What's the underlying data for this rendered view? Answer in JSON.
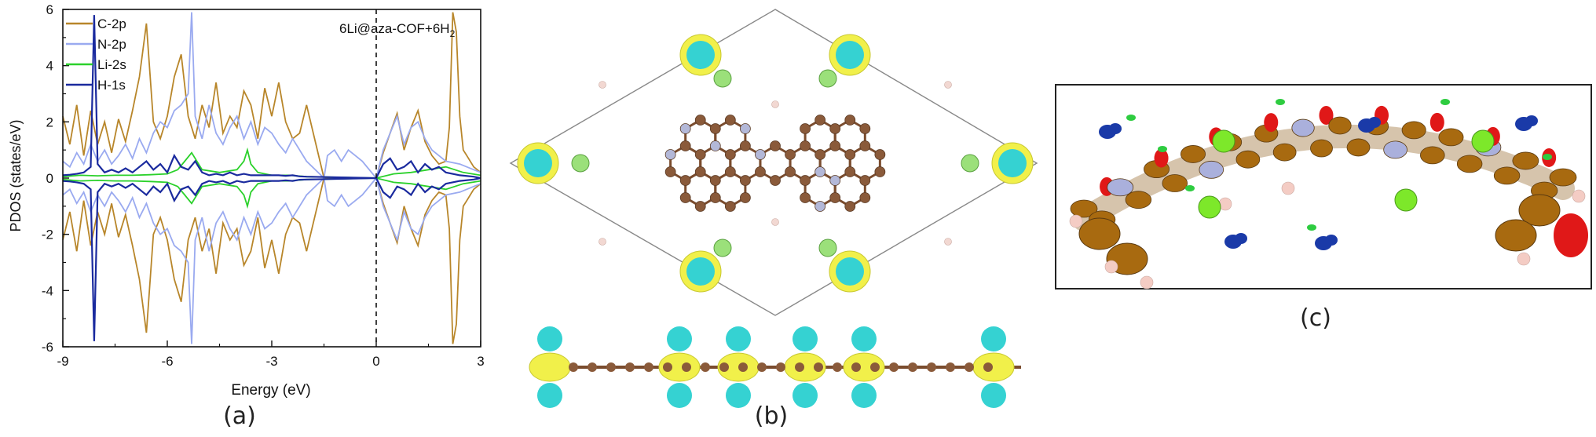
{
  "panels": {
    "a": {
      "label": "(a)"
    },
    "b": {
      "label": "(b)"
    },
    "c": {
      "label": "(c)"
    }
  },
  "chart_data": {
    "type": "line",
    "annotation": {
      "main": "6Li@aza-COF+6H",
      "sub": "2"
    },
    "xlabel": "Energy (eV)",
    "ylabel": "PDOS (states/eV)",
    "xlim": [
      -9,
      3
    ],
    "ylim": [
      -6,
      6
    ],
    "xticks": [
      -9,
      -6,
      -3,
      0,
      3
    ],
    "xtick_labels": [
      "-9",
      "-6",
      "-3",
      "0",
      "3"
    ],
    "yticks": [
      -6,
      -4,
      -2,
      0,
      2,
      4,
      6
    ],
    "ytick_labels": [
      "-6",
      "-4",
      "-2",
      "0",
      "2",
      "4",
      "6"
    ],
    "fermi_level": 0,
    "legend_position": "top-left",
    "grid": false,
    "series": [
      {
        "name": "C-2p",
        "color": "#b8862a",
        "x": [
          -9.0,
          -8.8,
          -8.6,
          -8.4,
          -8.2,
          -8.0,
          -7.8,
          -7.6,
          -7.4,
          -7.2,
          -7.0,
          -6.8,
          -6.6,
          -6.4,
          -6.2,
          -6.0,
          -5.8,
          -5.6,
          -5.4,
          -5.2,
          -5.0,
          -4.8,
          -4.6,
          -4.4,
          -4.2,
          -4.0,
          -3.8,
          -3.6,
          -3.4,
          -3.2,
          -3.0,
          -2.8,
          -2.6,
          -2.4,
          -2.2,
          -2.0,
          -1.5,
          -1.0,
          -0.5,
          0.0,
          0.2,
          0.4,
          0.6,
          0.8,
          1.0,
          1.2,
          1.4,
          1.6,
          1.8,
          2.0,
          2.1,
          2.2,
          2.3,
          2.4,
          2.5,
          2.6,
          2.8,
          3.0
        ],
        "y": [
          2.2,
          1.2,
          2.6,
          0.8,
          2.4,
          1.2,
          2.0,
          0.9,
          2.1,
          1.3,
          2.4,
          3.6,
          5.5,
          2.0,
          1.4,
          2.2,
          3.6,
          4.4,
          2.2,
          1.4,
          2.6,
          1.8,
          3.4,
          1.6,
          2.2,
          1.8,
          3.1,
          2.6,
          1.4,
          3.2,
          2.2,
          3.4,
          2.0,
          1.4,
          1.6,
          2.6,
          0.0,
          0.0,
          0.0,
          0.0,
          0.9,
          1.6,
          2.3,
          1.0,
          1.8,
          2.4,
          1.3,
          0.8,
          0.5,
          0.6,
          1.8,
          5.9,
          5.2,
          2.2,
          1.0,
          0.8,
          0.4,
          0.2
        ],
        "mirror": true
      },
      {
        "name": "N-2p",
        "color": "#9aaaf0",
        "x": [
          -9.0,
          -8.8,
          -8.6,
          -8.4,
          -8.2,
          -8.0,
          -7.8,
          -7.6,
          -7.4,
          -7.2,
          -7.0,
          -6.8,
          -6.6,
          -6.4,
          -6.2,
          -6.0,
          -5.8,
          -5.6,
          -5.4,
          -5.3,
          -5.2,
          -5.0,
          -4.8,
          -4.6,
          -4.4,
          -4.2,
          -4.0,
          -3.8,
          -3.6,
          -3.4,
          -3.2,
          -3.0,
          -2.8,
          -2.6,
          -2.4,
          -2.2,
          -2.0,
          -1.5,
          -1.4,
          -1.2,
          -1.0,
          -0.8,
          -0.6,
          -0.4,
          0.0,
          0.2,
          0.4,
          0.6,
          0.8,
          1.0,
          1.2,
          1.4,
          1.6,
          1.8,
          2.0,
          2.4,
          2.8,
          3.0
        ],
        "y": [
          0.6,
          0.4,
          0.9,
          0.5,
          1.2,
          0.6,
          1.0,
          0.5,
          0.8,
          1.2,
          0.7,
          1.4,
          0.9,
          1.6,
          2.0,
          1.8,
          2.4,
          2.6,
          3.0,
          5.9,
          2.2,
          1.4,
          2.6,
          1.6,
          1.2,
          1.8,
          2.2,
          1.4,
          2.0,
          1.2,
          1.8,
          1.6,
          1.2,
          0.9,
          1.4,
          1.0,
          0.6,
          0.0,
          0.8,
          1.0,
          0.6,
          1.0,
          0.8,
          0.6,
          0.0,
          1.0,
          1.6,
          2.2,
          1.2,
          1.8,
          2.0,
          1.4,
          1.0,
          0.8,
          0.6,
          0.5,
          0.3,
          0.2
        ],
        "mirror": true
      },
      {
        "name": "Li-2s",
        "color": "#2bd12b",
        "x": [
          -9.0,
          -8.5,
          -8.0,
          -7.5,
          -7.0,
          -6.5,
          -6.0,
          -5.7,
          -5.5,
          -5.3,
          -5.0,
          -4.5,
          -4.0,
          -3.8,
          -3.7,
          -3.6,
          -3.4,
          -3.0,
          -2.5,
          -2.0,
          0.0,
          0.5,
          1.0,
          1.5,
          2.0,
          2.5,
          3.0
        ],
        "y": [
          0.05,
          0.1,
          0.08,
          0.1,
          0.1,
          0.12,
          0.15,
          0.3,
          0.6,
          0.9,
          0.3,
          0.2,
          0.3,
          0.6,
          1.0,
          0.5,
          0.2,
          0.1,
          0.1,
          0.05,
          0.0,
          0.15,
          0.2,
          0.3,
          0.4,
          0.2,
          0.1
        ],
        "mirror": true
      },
      {
        "name": "H-1s",
        "color": "#1a2a9e",
        "x": [
          -9.0,
          -8.8,
          -8.6,
          -8.4,
          -8.2,
          -8.1,
          -8.0,
          -7.8,
          -7.6,
          -7.4,
          -7.2,
          -7.0,
          -6.8,
          -6.6,
          -6.4,
          -6.2,
          -6.0,
          -5.8,
          -5.6,
          -5.4,
          -5.2,
          -5.0,
          -4.8,
          -4.6,
          -4.4,
          -4.2,
          -4.0,
          -3.8,
          -3.6,
          -3.4,
          -3.2,
          -3.0,
          -2.8,
          -2.6,
          -2.4,
          -2.2,
          -2.0,
          0.0,
          0.2,
          0.4,
          0.6,
          0.8,
          1.0,
          1.2,
          1.4,
          1.6,
          1.8,
          2.0,
          2.4,
          2.8,
          3.0
        ],
        "y": [
          0.1,
          0.12,
          0.15,
          0.2,
          0.4,
          5.8,
          0.5,
          0.2,
          0.3,
          0.2,
          0.35,
          0.2,
          0.4,
          0.6,
          0.3,
          0.5,
          0.2,
          0.8,
          0.4,
          0.3,
          0.6,
          0.2,
          0.1,
          0.15,
          0.1,
          0.2,
          0.1,
          0.15,
          0.1,
          0.1,
          0.1,
          0.1,
          0.1,
          0.08,
          0.1,
          0.06,
          0.05,
          0.0,
          0.5,
          0.7,
          0.3,
          0.4,
          0.6,
          0.2,
          0.5,
          0.3,
          0.4,
          0.2,
          0.1,
          0.05,
          0.0
        ],
        "mirror": true
      }
    ]
  },
  "structure_b": {
    "atom_colors": {
      "carbon": "#8a5a3a",
      "nitrogen": "#b3b8d8",
      "hydrogen": "#f2d8d2",
      "lithium": "#9be07a"
    },
    "isosurface_colors": {
      "yellow": "#f1f04a",
      "cyan": "#35d2d2"
    }
  },
  "structure_c": {
    "atom_colors": {
      "carbon": "#a86a10",
      "nitrogen": "#aab0dc",
      "hydrogen": "#f4ccc4",
      "lithium": "#7de82a"
    },
    "isosurface_colors": {
      "red": "#e01818",
      "blue": "#1a3aa8",
      "green": "#2ecc40"
    }
  }
}
